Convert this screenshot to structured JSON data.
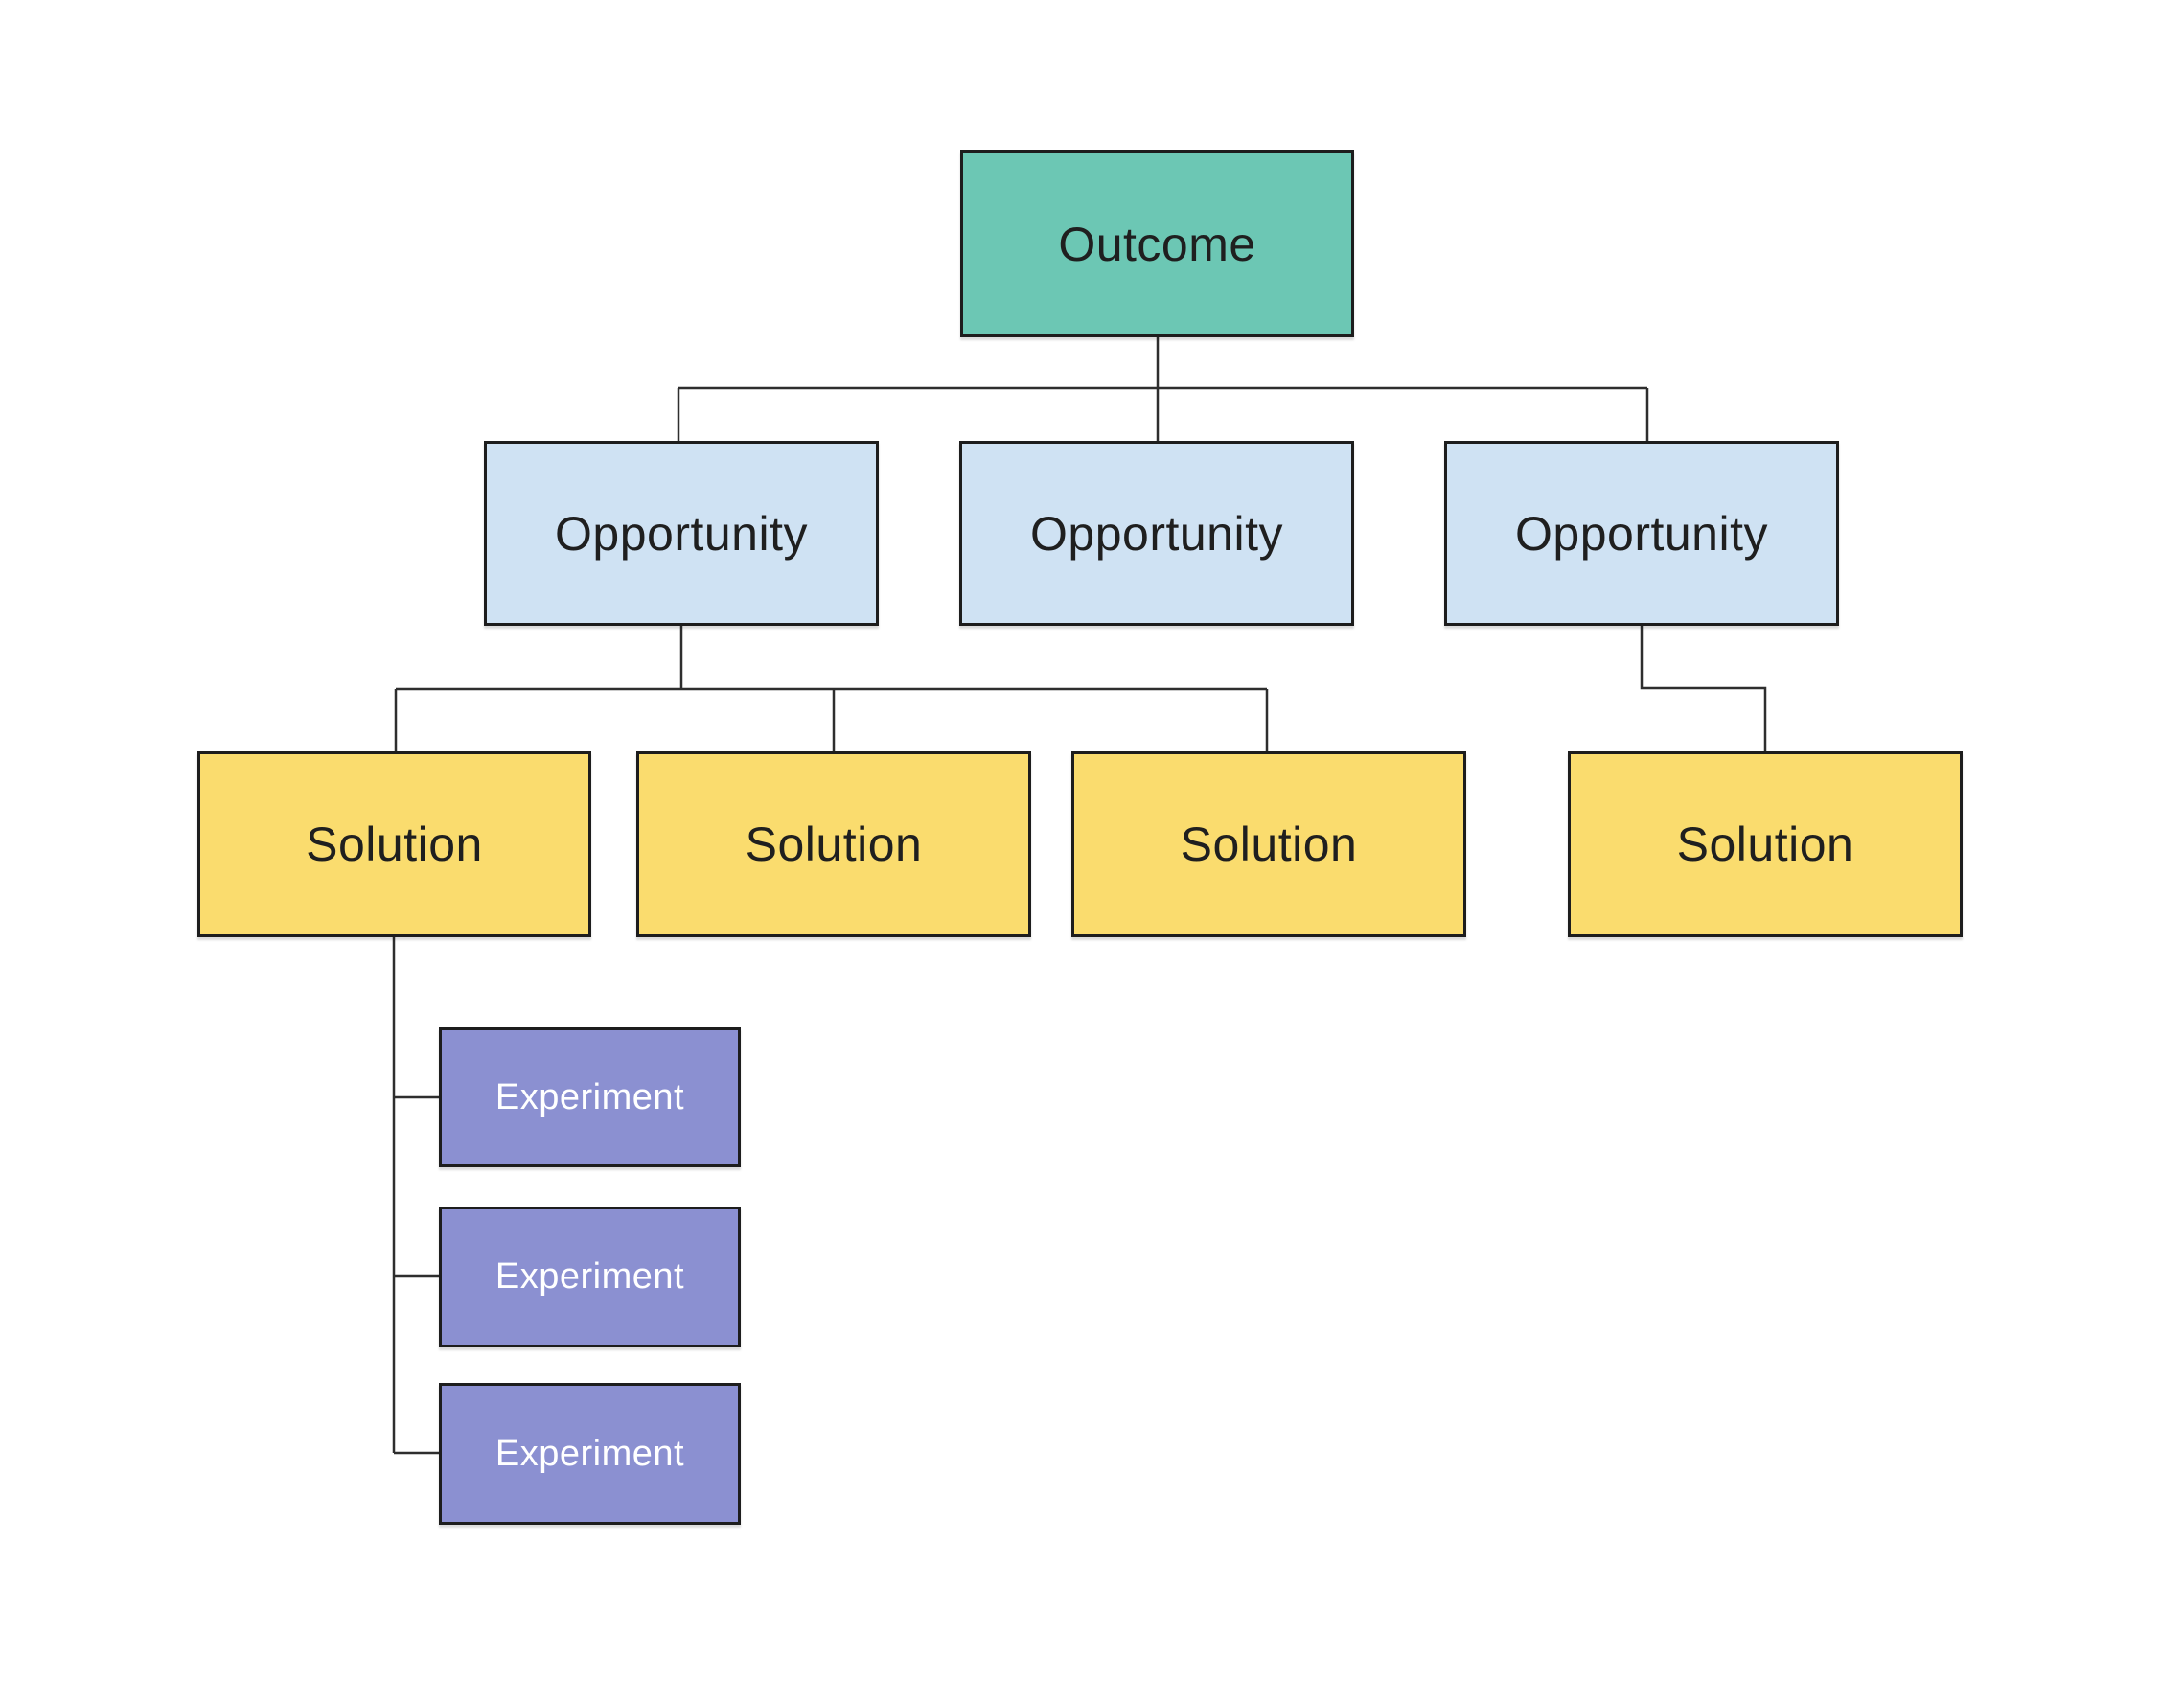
{
  "diagram": {
    "nodes": {
      "outcome": {
        "label": "Outcome"
      },
      "opportunities": [
        {
          "label": "Opportunity"
        },
        {
          "label": "Opportunity"
        },
        {
          "label": "Opportunity"
        }
      ],
      "solutions": [
        {
          "label": "Solution"
        },
        {
          "label": "Solution"
        },
        {
          "label": "Solution"
        },
        {
          "label": "Solution"
        }
      ],
      "experiments": [
        {
          "label": "Experiment"
        },
        {
          "label": "Experiment"
        },
        {
          "label": "Experiment"
        }
      ]
    },
    "colors": {
      "outcome_fill": "#6cc7b4",
      "opportunity_fill": "#cfe2f3",
      "solution_fill": "#fadc6e",
      "experiment_fill": "#8b90d1",
      "node_border": "#1d1d1d",
      "connector": "#2e2e2e",
      "text_dark": "#1f1f1f",
      "text_light": "#ffffff",
      "background": "#ffffff"
    }
  }
}
